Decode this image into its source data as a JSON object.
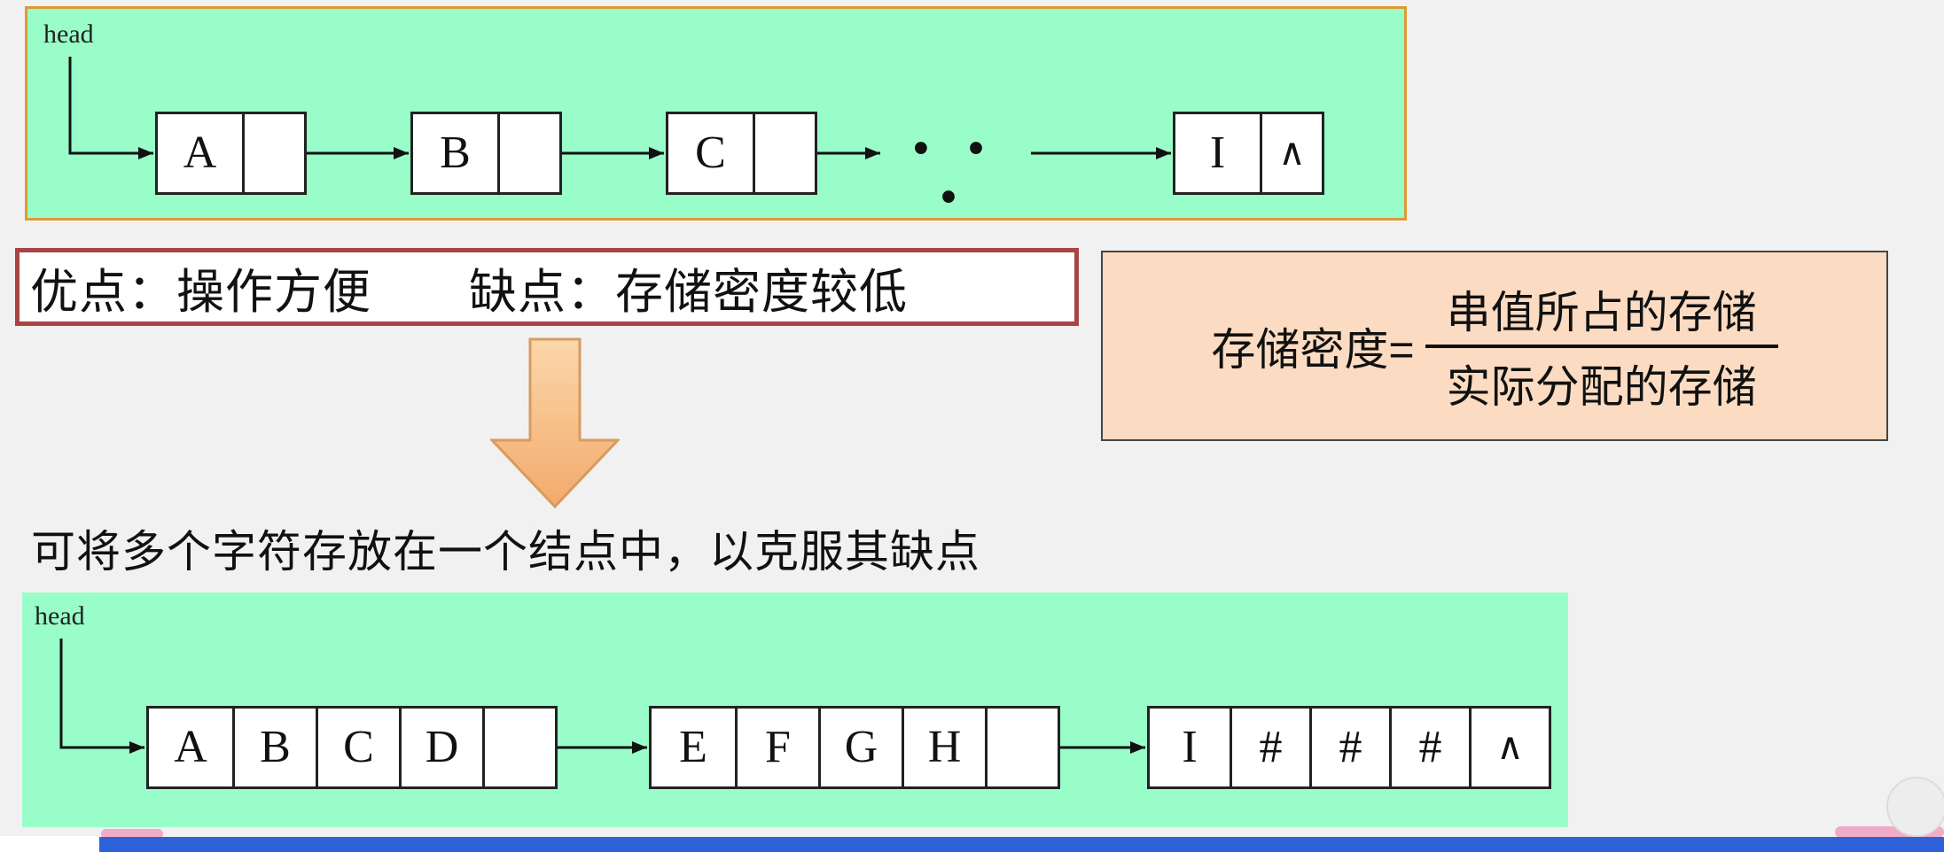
{
  "page": {
    "background": "#f1f1f1",
    "green": "#98fdc8",
    "green_border": "#dd9a35",
    "red_border": "#a84444",
    "peach": "#fbdcc2",
    "peach_border": "#454545",
    "node_border": "#222222",
    "arrow_fill_top": "#fbd7ab",
    "arrow_fill_bottom": "#f3aa6b",
    "arrow_border": "#d79b60",
    "bottom_bar": "#2d62d8",
    "ink": "#111111"
  },
  "top_diagram": {
    "head_label": "head",
    "nodes": [
      {
        "data": "A"
      },
      {
        "data": "B"
      },
      {
        "data": "C"
      }
    ],
    "ellipsis": "• • •",
    "tail_node": {
      "data": "I",
      "pointer": "∧"
    }
  },
  "pros_cons": {
    "text": "优点：操作方便　　缺点：存储密度较低"
  },
  "formula": {
    "lhs": "存储密度=",
    "numerator": "串值所占的存储",
    "denominator": "实际分配的存储"
  },
  "caption": {
    "text": "可将多个字符存放在一个结点中，以克服其缺点"
  },
  "bottom_diagram": {
    "head_label": "head",
    "node1": {
      "cells": [
        "A",
        "B",
        "C",
        "D"
      ]
    },
    "node2": {
      "cells": [
        "E",
        "F",
        "G",
        "H"
      ]
    },
    "node3": {
      "cells": [
        "I",
        "#",
        "#",
        "#",
        "∧"
      ]
    }
  }
}
